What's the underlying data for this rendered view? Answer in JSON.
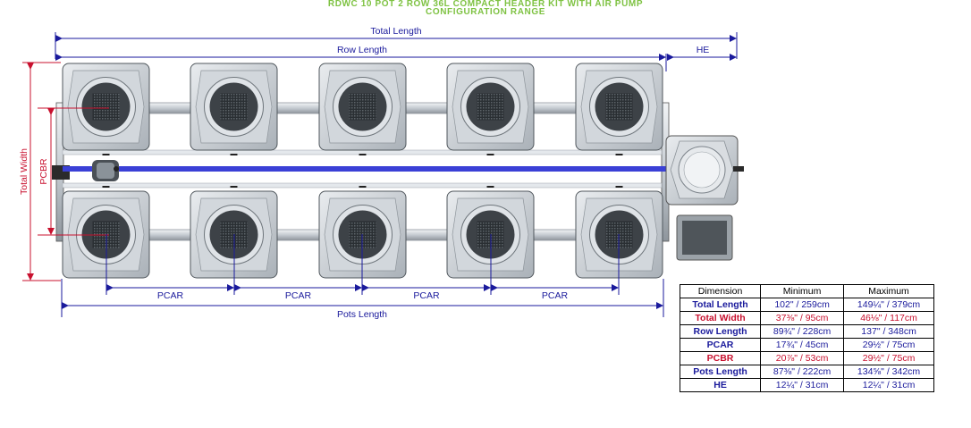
{
  "title": {
    "line1": "RDWC 10 POT 2 ROW 36L COMPACT HEADER KIT WITH AIR PUMP",
    "line2": "CONFIGURATION RANGE"
  },
  "labels": {
    "total_length": "Total Length",
    "row_length": "Row Length",
    "he": "HE",
    "total_width": "Total Width",
    "pcbr": "PCBR",
    "pcar": "PCAR",
    "pots_length": "Pots Length"
  },
  "colors": {
    "title": "#7ec242",
    "dimension_blue": "#1a1a9c",
    "dimension_red": "#c8102e",
    "pot_grey": "#c9ced3",
    "pipe_blue": "#3a40d6"
  },
  "table": {
    "headers": [
      "Dimension",
      "Minimum",
      "Maximum"
    ],
    "rows": [
      {
        "dimension": "Total Length",
        "minimum": "102\" / 259cm",
        "maximum": "149¼\" / 379cm",
        "color": "blue"
      },
      {
        "dimension": "Total Width",
        "minimum": "37⅜\" / 95cm",
        "maximum": "46⅛\" / 117cm",
        "color": "red"
      },
      {
        "dimension": "Row Length",
        "minimum": "89¾\" / 228cm",
        "maximum": "137\" / 348cm",
        "color": "blue"
      },
      {
        "dimension": "PCAR",
        "minimum": "17¾\" / 45cm",
        "maximum": "29½\" / 75cm",
        "color": "blue"
      },
      {
        "dimension": "PCBR",
        "minimum": "20⅞\" / 53cm",
        "maximum": "29½\" / 75cm",
        "color": "red"
      },
      {
        "dimension": "Pots Length",
        "minimum": "87⅜\" / 222cm",
        "maximum": "134⅝\" / 342cm",
        "color": "blue"
      },
      {
        "dimension": "HE",
        "minimum": "12¼\" / 31cm",
        "maximum": "12¼\" / 31cm",
        "color": "blue"
      }
    ]
  }
}
